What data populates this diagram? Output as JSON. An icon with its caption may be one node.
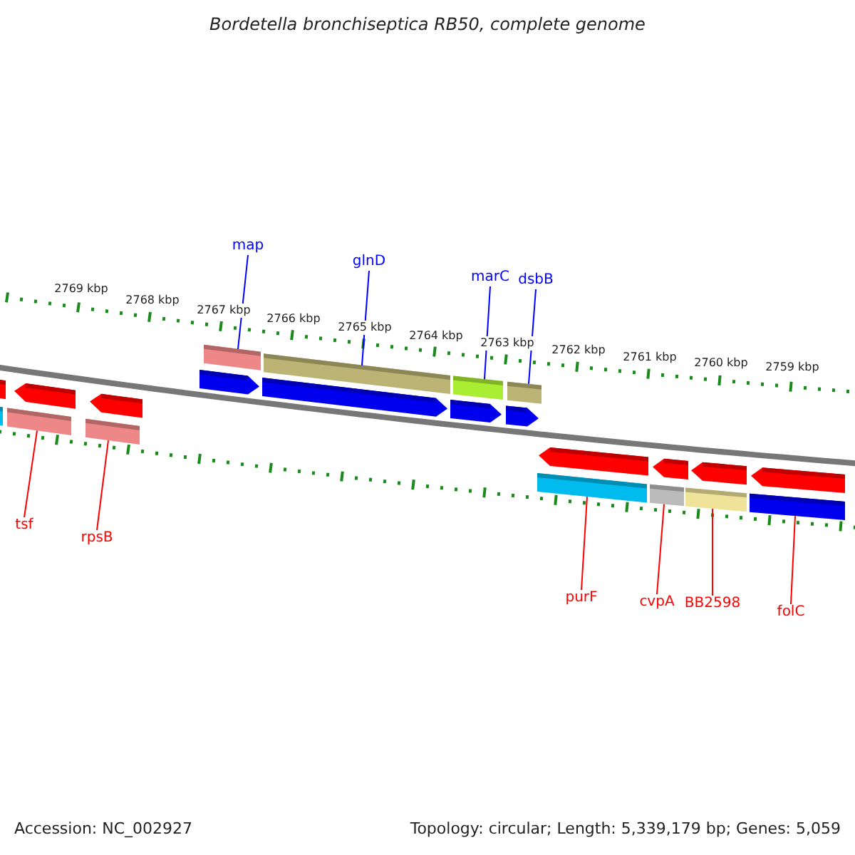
{
  "diagram": {
    "title": "Bordetella bronchiseptica RB50, complete genome",
    "nodes": [
      {
        "text": [
          "map"
        ]
      },
      {
        "text": [
          "glnD"
        ]
      },
      {
        "text": [
          "marC"
        ]
      },
      {
        "text": [
          "dsbB"
        ]
      },
      {
        "text": [
          "tsf"
        ]
      },
      {
        "text": [
          "rpsB"
        ]
      },
      {
        "text": [
          "purF"
        ]
      },
      {
        "text": [
          "cvpA"
        ]
      },
      {
        "text": [
          "BB2598"
        ]
      },
      {
        "text": [
          "folC"
        ]
      },
      {
        "text": [],
        "shape": "bar"
      },
      {
        "text": [],
        "shape": "bar"
      },
      {
        "text": [],
        "shape": "bar"
      },
      {
        "text": [],
        "shape": "bar"
      },
      {
        "text": [],
        "shape": "pentagon"
      },
      {
        "text": [],
        "shape": "pentagon"
      },
      {
        "text": [],
        "shape": "pentagon"
      },
      {
        "text": [],
        "shape": "pentagon"
      },
      {
        "text": [],
        "shape": "pentagon"
      },
      {
        "text": [],
        "shape": "pentagon"
      },
      {
        "text": [],
        "shape": "pentagon"
      },
      {
        "text": [],
        "shape": "pentagon"
      },
      {
        "text": [],
        "shape": "pentagon"
      },
      {
        "text": [],
        "shape": "pentagon"
      },
      {
        "text": [],
        "shape": "pentagon"
      },
      {
        "text": [],
        "shape": "bar"
      },
      {
        "text": [],
        "shape": "bar"
      },
      {
        "text": [],
        "shape": "bar"
      },
      {
        "text": [],
        "shape": "bar"
      },
      {
        "text": [],
        "shape": "bar"
      },
      {
        "text": [],
        "shape": "bar"
      },
      {
        "text": [],
        "shape": "bar"
      }
    ],
    "edges": [
      {
        "from": 0,
        "to": 10,
        "arrow": "none",
        "color": "#0000ff"
      },
      {
        "from": 1,
        "to": 11,
        "arrow": "none",
        "color": "#0000ff"
      },
      {
        "from": 2,
        "to": 12,
        "arrow": "none",
        "color": "#0000ff"
      },
      {
        "from": 3,
        "to": 13,
        "arrow": "none",
        "color": "#0000ff"
      },
      {
        "from": 4,
        "to": 26,
        "arrow": "none"
      },
      {
        "from": 5,
        "to": 27,
        "arrow": "none"
      },
      {
        "from": 6,
        "to": 28,
        "arrow": "none"
      },
      {
        "from": 7,
        "to": 29,
        "arrow": "none"
      },
      {
        "from": 8,
        "to": 30,
        "arrow": "none"
      },
      {
        "from": 9,
        "to": 31,
        "arrow": "none"
      }
    ],
    "labels": [
      "2769 kbp",
      "2768 kbp",
      "2767 kbp",
      "2766 kbp",
      "2765 kbp",
      "2764 kbp",
      "2763 kbp",
      "2762 kbp",
      "2761 kbp",
      "2760 kbp",
      "2759 kbp",
      "Accession: NC_002927",
      "Topology: circular; Length: 5,339,179 bp; Genes: 5,059"
    ]
  }
}
